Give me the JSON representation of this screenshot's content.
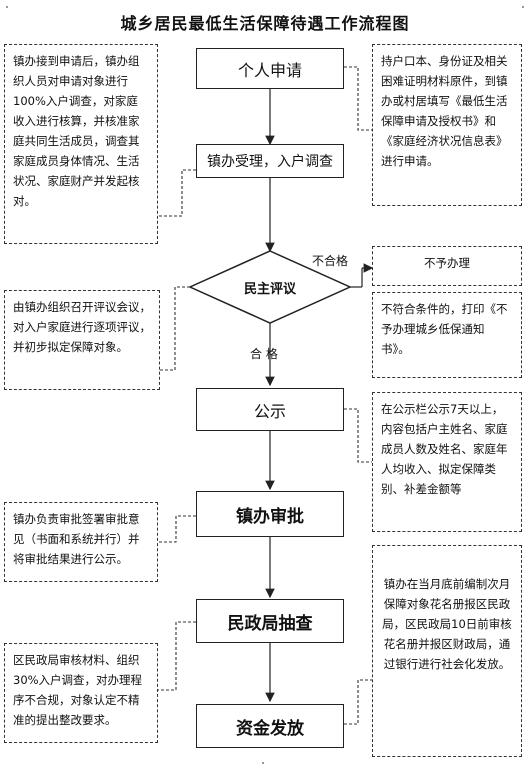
{
  "title": "城乡居民最低生活保障待遇工作流程图",
  "steps": {
    "apply": "个人申请",
    "accept": "镇办受理，入户调查",
    "review": "民主评议",
    "publicize": "公示",
    "approve": "镇办审批",
    "inspect": "民政局抽查",
    "payment": "资金发放"
  },
  "labels": {
    "fail": "不合格",
    "pass": "合  格"
  },
  "notes": {
    "apply_materials": "持户口本、身份证及相关困难证明材料原件，到镇办或村居填写《最低生活保障申请及授权书》和《家庭经济状况信息表》进行申请。",
    "survey": "镇办接到申请后，镇办组织人员对申请对象进行100%入户调查，对家庭收入进行核算，并核准家庭共同生活成员，调查其家庭成员身体情况、生活状况、家庭财产并发起核对。",
    "reject_title": "不予办理",
    "reject_detail": "不符合条件的，打印《不予办理城乡低保通知书》。",
    "review_detail": "由镇办组织召开评议会议，对入户家庭进行逐项评议，并初步拟定保障对象。",
    "publicize_detail": "在公示栏公示7天以上，内容包括户主姓名、家庭成员人数及姓名、家庭年人均收入、拟定保障类别、补差金额等",
    "approve_detail": "镇办负责审批签署审批意见（书面和系统并行）并将审批结果进行公示。",
    "payment_detail": "镇办在当月底前编制次月保障对象花名册报区民政局，区民政局10日前审核花名册并报区财政局，通过银行进行社会化发放。",
    "inspect_detail": "区民政局审核材料、组织30%入户调查，对办理程序不合规，对象认定不精准的提出整改要求。"
  }
}
